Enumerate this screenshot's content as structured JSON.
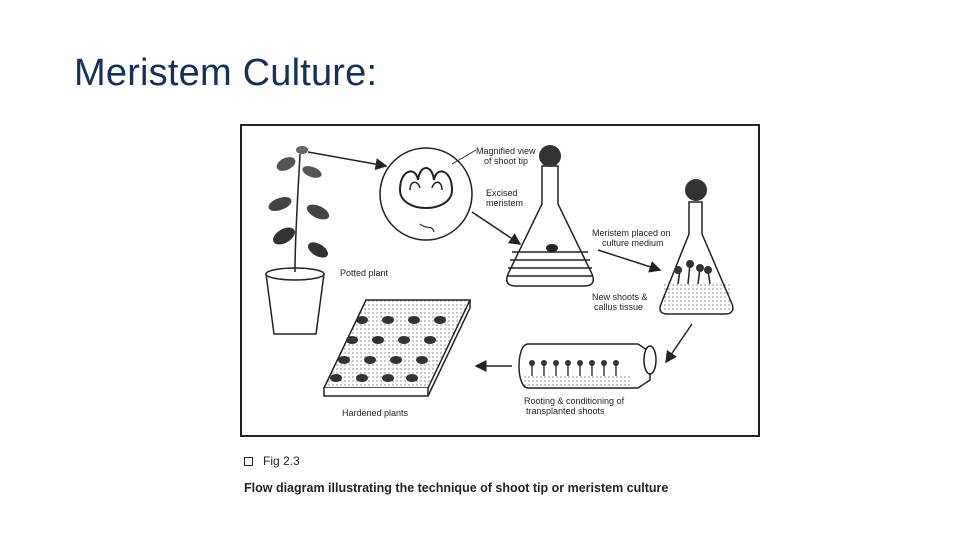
{
  "slide": {
    "title": "Meristem Culture:"
  },
  "diagram": {
    "labels": {
      "magnified_view": [
        "Magnified view",
        "of shoot tip"
      ],
      "excised_meristem": [
        "Excised",
        "meristem"
      ],
      "meristem_placed": [
        "Meristem placed on",
        "culture medium"
      ],
      "potted_plant": "Potted plant",
      "new_shoots": [
        "New shoots &",
        "callus tissue"
      ],
      "hardened_plants": "Hardened plants",
      "rooting": [
        "Rooting & conditioning of",
        "transplanted shoots"
      ]
    }
  },
  "figure": {
    "number": "Fig 2.3",
    "caption": "Flow diagram illustrating the technique of shoot tip or meristem culture"
  }
}
